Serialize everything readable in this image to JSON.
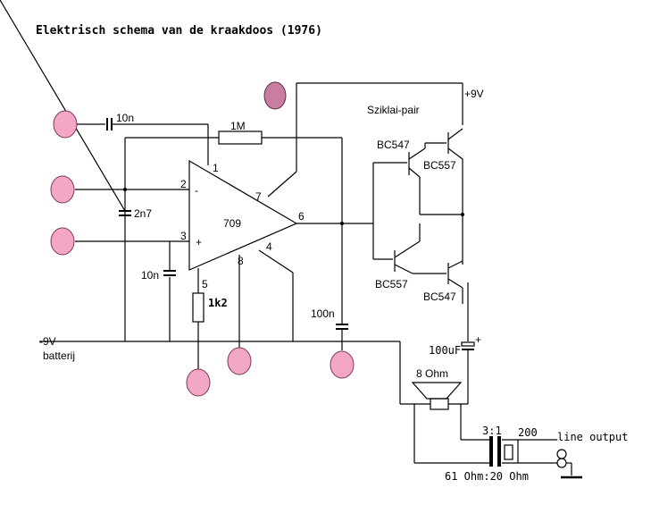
{
  "title": "Elektrisch schema van de kraakdoos (1976)",
  "labels": {
    "c_input": "10n",
    "r_feedback": "1M",
    "supply_pos": "+9V",
    "sziklai": "Sziklai-pair",
    "q1": "BC547",
    "q2": "BC557",
    "c_mid": "2n7",
    "c_low": "10n",
    "opamp": "709",
    "pin1": "1",
    "pin2": "2",
    "pin3": "3",
    "pin4": "4",
    "pin5": "5",
    "pin6": "6",
    "pin7": "7",
    "pin8": "8",
    "minus": "-",
    "plus": "+",
    "r_1k2": "1k2",
    "c_100n": "100n",
    "q3": "BC557",
    "q4": "BC547",
    "supply_neg": "-9V",
    "battery": "batterij",
    "c_100uf": "100uF",
    "c_plus": "+",
    "speaker": "8 Ohm",
    "ratio": "3:1",
    "r_200": "200",
    "line_out": "line output",
    "impedance": "61 Ohm:20 Ohm"
  }
}
